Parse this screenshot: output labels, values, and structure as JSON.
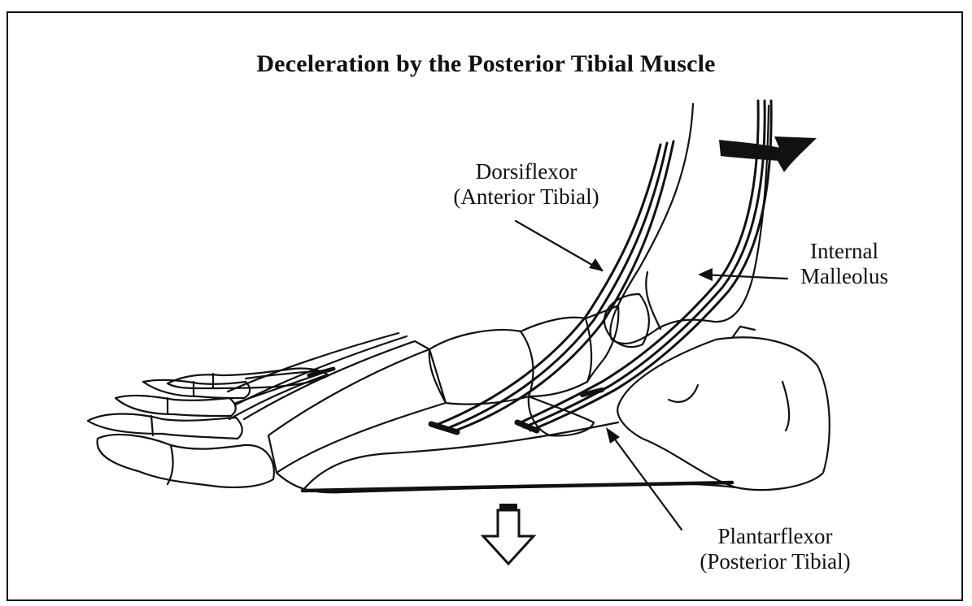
{
  "title": "Deceleration by the Posterior Tibial Muscle",
  "labels": {
    "dorsiflexor_line1": "Dorsiflexor",
    "dorsiflexor_line2": "(Anterior Tibial)",
    "malleolus_line1": "Internal",
    "malleolus_line2": "Malleolus",
    "plantarflexor_line1": "Plantarflexor",
    "plantarflexor_line2": "(Posterior Tibial)"
  },
  "icons": {
    "rotation_arrow": "curved-arrow-icon",
    "ground_force_arrow": "down-arrow-icon"
  },
  "colors": {
    "ink": "#111111",
    "paper": "#ffffff"
  }
}
